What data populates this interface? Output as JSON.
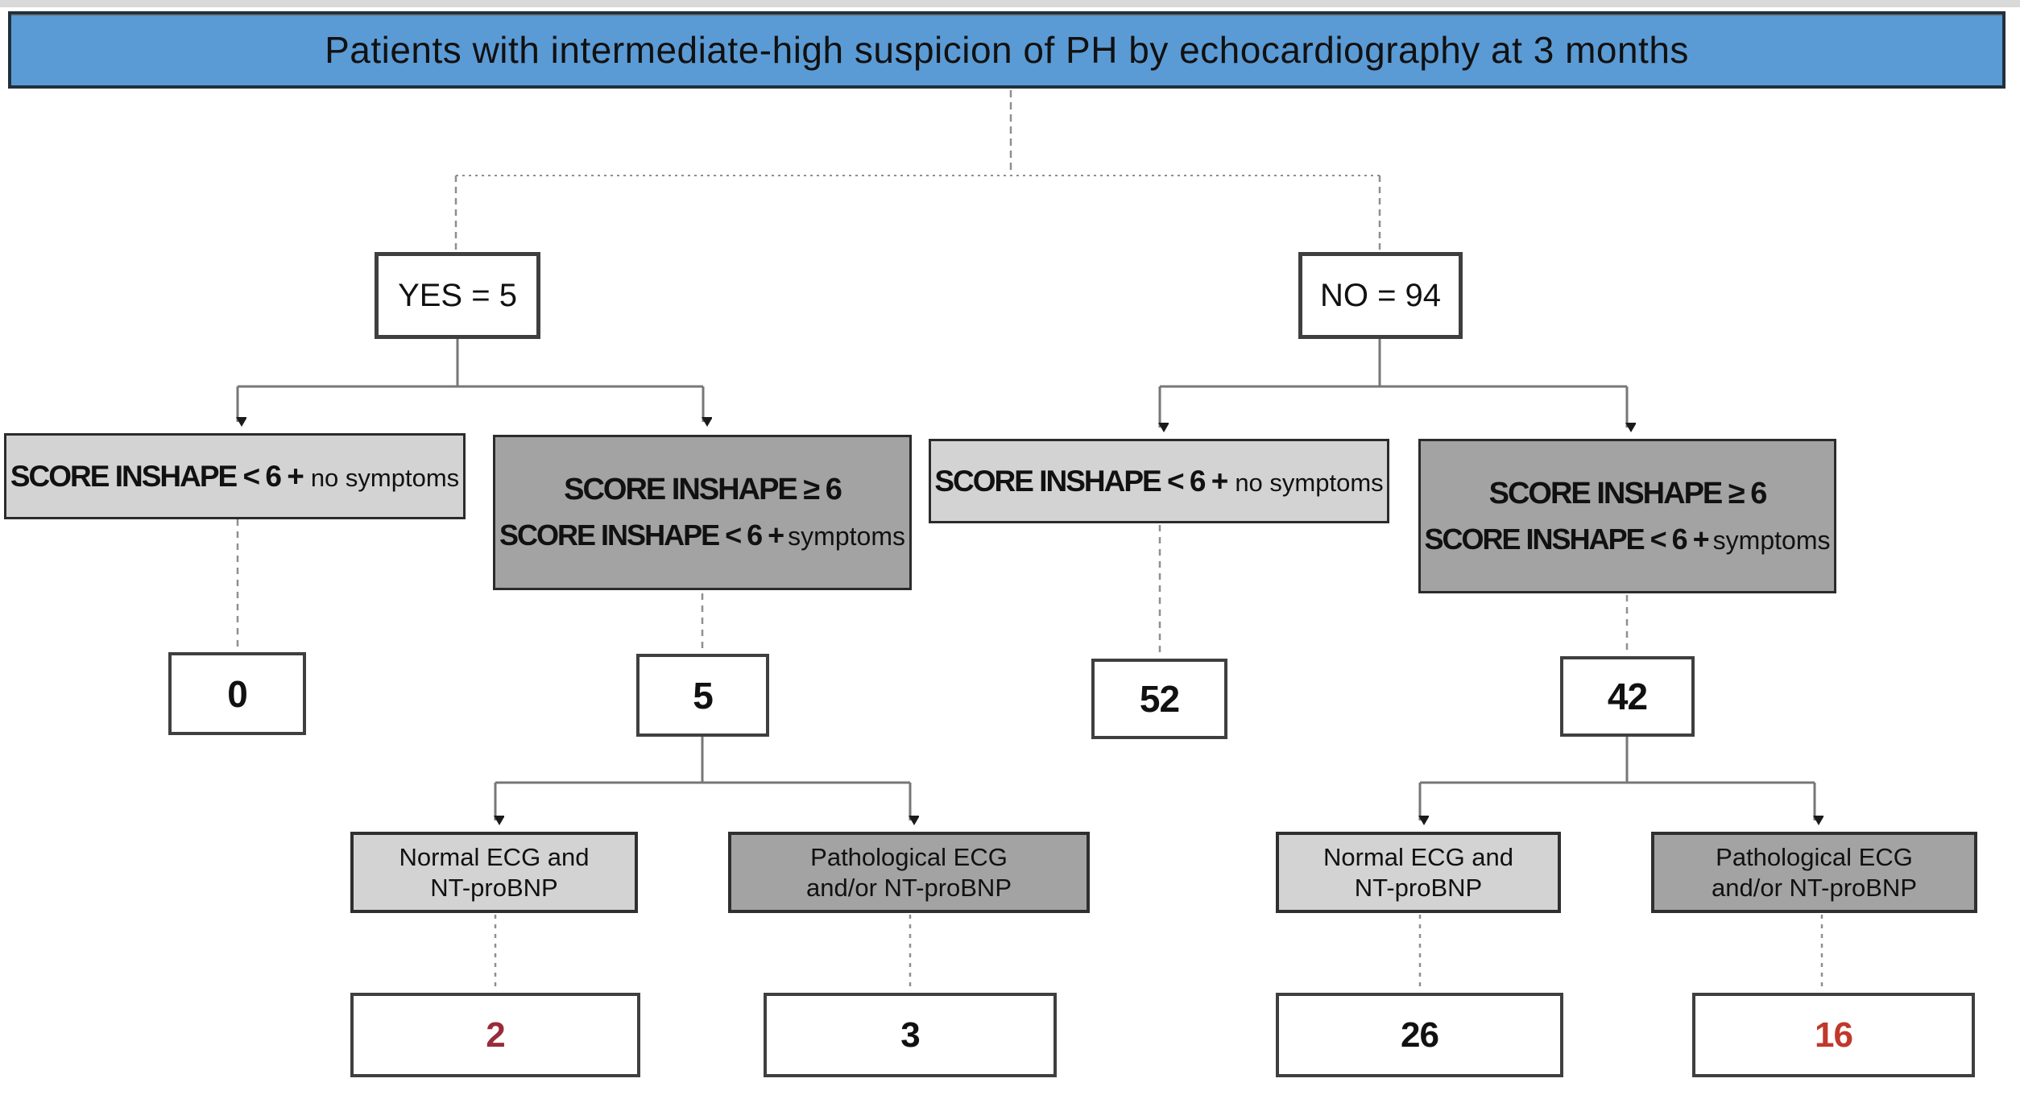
{
  "palette": {
    "banner_bg": "#5b9bd5",
    "light_gray": "#d3d3d3",
    "dark_gray": "#a3a3a3",
    "line_gray": "#8a8a8a",
    "arrow_black": "#1a1a1a",
    "text_black": "#111111",
    "red_dark": "#992b3a",
    "red": "#c0392b"
  },
  "header": {
    "title": "Patients with intermediate-high suspicion of PH by echocardiography at 3 months"
  },
  "decision": {
    "yes_label": "YES = 5",
    "no_label": "NO = 94"
  },
  "criteria": {
    "low_score": {
      "score_text": "SCORE INSHAPE < 6 +",
      "suffix": "no symptoms"
    },
    "high_score": {
      "line1": "SCORE INSHAPE ≥ 6",
      "line2_score": "SCORE INSHAPE < 6 +",
      "line2_suffix": "symptoms"
    }
  },
  "ecg": {
    "normal": {
      "line1": "Normal ECG and",
      "line2": "NT-proBNP"
    },
    "pathological": {
      "line1": "Pathological ECG",
      "line2": "and/or NT-proBNP"
    }
  },
  "counts": {
    "yes_low": {
      "value": "0",
      "color": "#111111"
    },
    "yes_high": {
      "value": "5",
      "color": "#111111"
    },
    "no_low": {
      "value": "52",
      "color": "#111111"
    },
    "no_high": {
      "value": "42",
      "color": "#111111"
    }
  },
  "results": {
    "yes_normal_ecg": {
      "value": "2",
      "color": "#992b3a"
    },
    "yes_path_ecg": {
      "value": "3",
      "color": "#111111"
    },
    "no_normal_ecg": {
      "value": "26",
      "color": "#111111"
    },
    "no_path_ecg": {
      "value": "16",
      "color": "#c0392b"
    }
  }
}
